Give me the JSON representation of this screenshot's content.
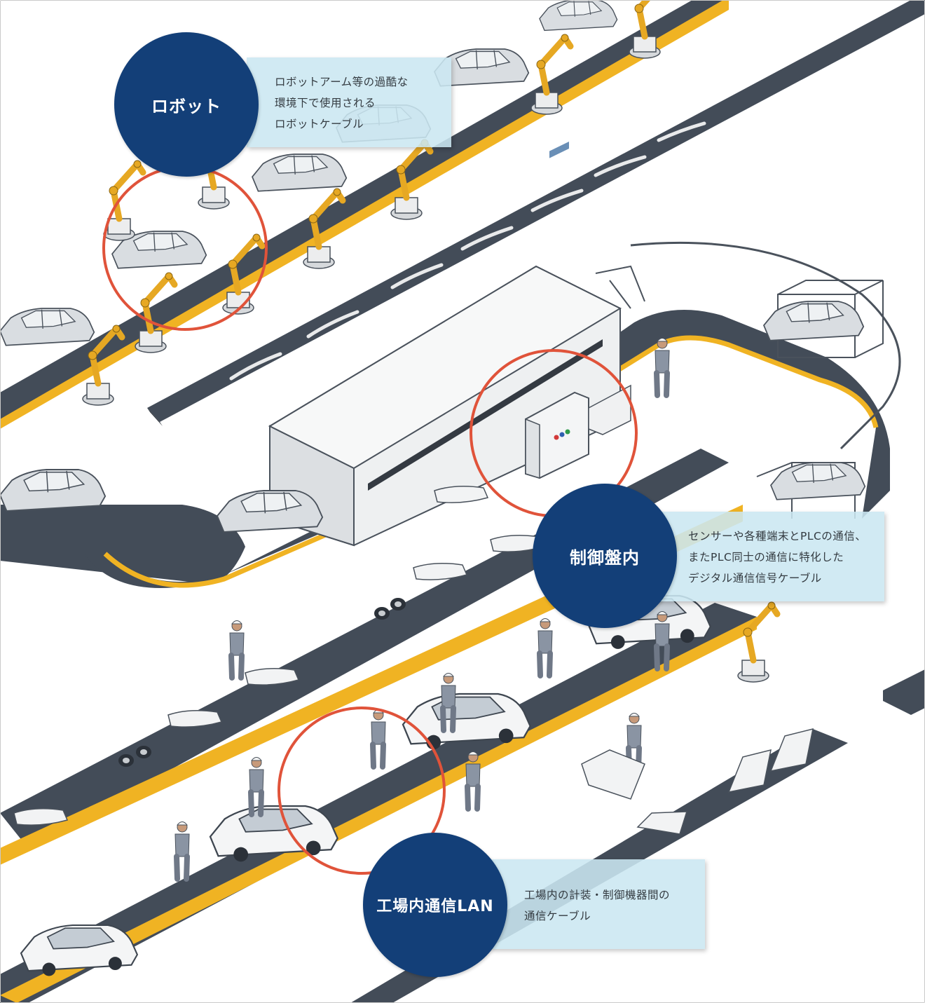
{
  "callouts": {
    "robot": {
      "title": "ロボット",
      "lines": [
        "ロボットアーム等の過酷な",
        "環境下で使用される",
        "ロボットケーブル"
      ]
    },
    "control_panel": {
      "title": "制御盤内",
      "lines": [
        "センサーや各種端末とPLCの通信、",
        "またPLC同士の通信に特化した",
        "デジタル通信信号ケーブル"
      ]
    },
    "lan": {
      "title": "工場内通信LAN",
      "lines": [
        "工場内の計装・制御機器間の",
        "通信ケーブル"
      ]
    }
  },
  "colors": {
    "circle_fill": "#133f78",
    "highlight_ring": "#e0533a",
    "callout_box": "#cbe7f1",
    "conveyor_belt": "#434c58",
    "conveyor_edge": "#f0b323",
    "robot_arm": "#e6a823"
  }
}
